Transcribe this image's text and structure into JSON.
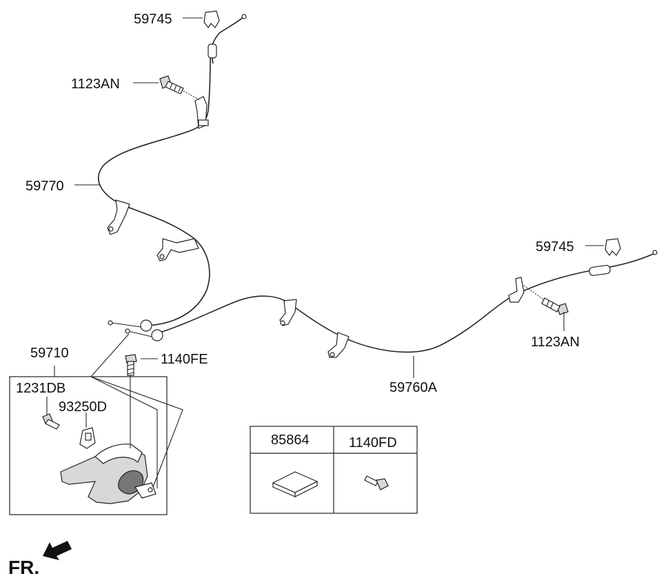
{
  "labels": {
    "clip_top": "59745",
    "bolt_top": "1123AN",
    "cable_left": "59770",
    "clip_right": "59745",
    "bolt_right": "1123AN",
    "cable_right": "59760A",
    "lever_assembly": "59710",
    "bolt_center": "1140FE",
    "bolt_lever": "1231DB",
    "bracket_lever": "93250D"
  },
  "legend_table": {
    "col1_header": "85864",
    "col2_header": "1140FD"
  },
  "direction": {
    "text": "FR."
  }
}
